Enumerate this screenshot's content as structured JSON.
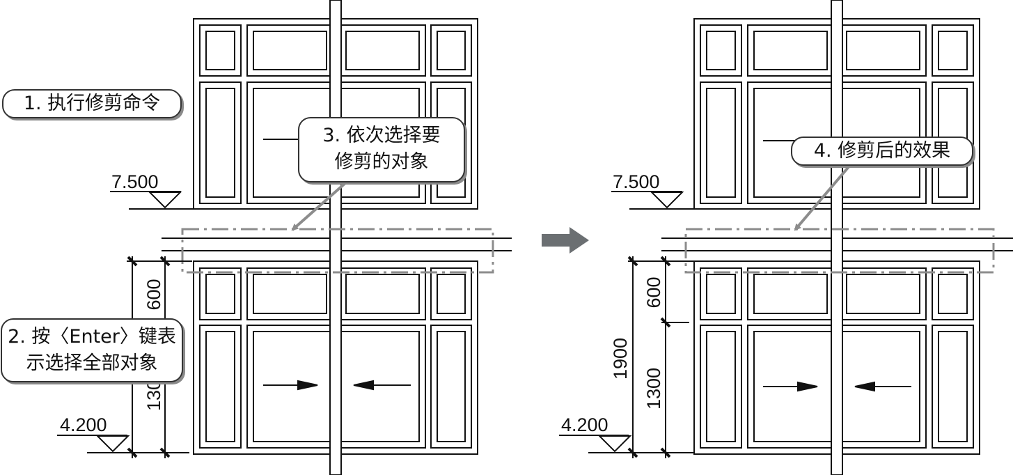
{
  "callouts": {
    "step1": "1. 执行修剪命令",
    "step2_line1": "2. 按〈Enter〉键表",
    "step2_line2": "示选择全部对象",
    "step3_line1": "3. 依次选择要",
    "step3_line2": "修剪的对象",
    "step4": "4. 修剪后的效果"
  },
  "before": {
    "elev_top": "7.500",
    "elev_bottom": "4.200",
    "dim_600": "600",
    "dim_1300": "1300"
  },
  "after": {
    "elev_top": "7.500",
    "elev_bottom": "4.200",
    "dim_600": "600",
    "dim_1300": "1300",
    "dim_1900": "1900"
  },
  "colors": {
    "line": "#111111",
    "dashdot": "#8c8c8c",
    "leader": "#8c8c8c",
    "arrow": "#6b6f72"
  },
  "icons": {
    "transition": "right-arrow-icon",
    "leader": "leader-arrow-icon"
  }
}
